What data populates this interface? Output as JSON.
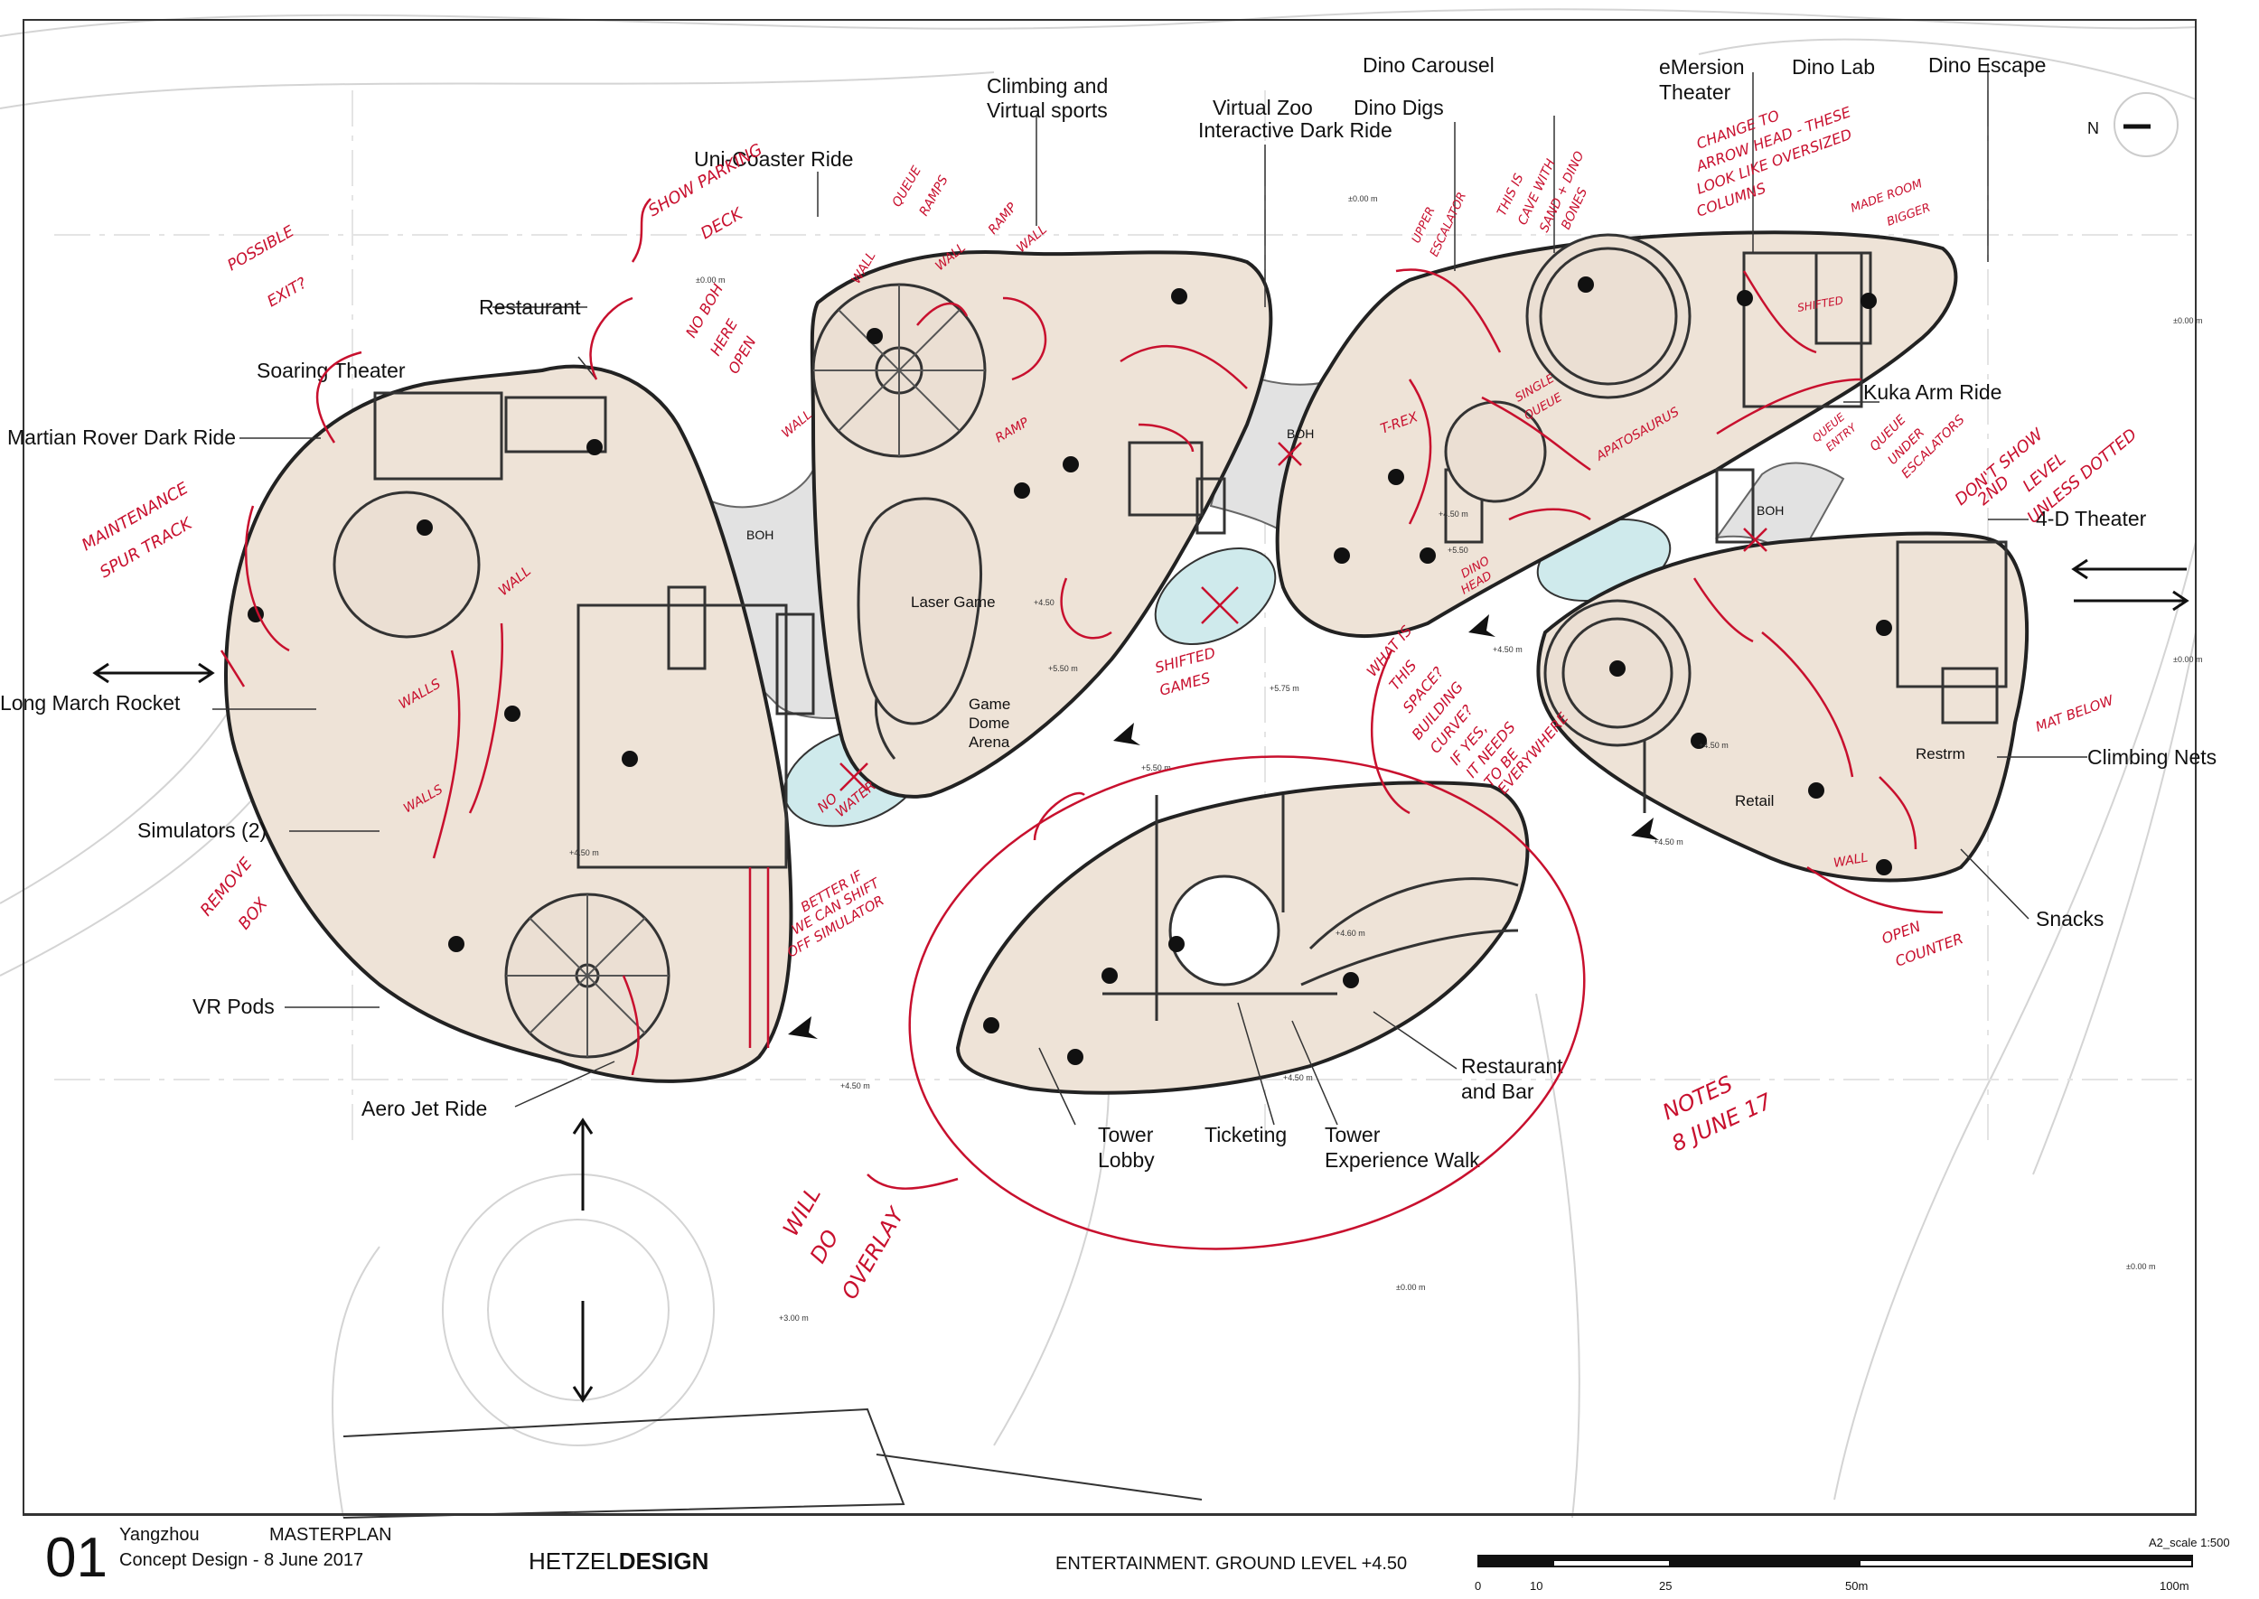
{
  "labels": {
    "dino_carousel": "Dino Carousel",
    "emersion": "eMersion",
    "theater": "Theater",
    "dino_lab": "Dino Lab",
    "dino_escape": "Dino Escape",
    "climbing_vs_1": "Climbing and",
    "climbing_vs_2": "Virtual sports",
    "virtual_zoo": "Virtual Zoo",
    "dino_digs": "Dino Digs",
    "interactive_dark_ride": "Interactive Dark Ride",
    "uni_coaster": "Uni-Coaster Ride",
    "restaurant_top": "Restaurant",
    "soaring_theater": "Soaring Theater",
    "martian_rover": "Martian Rover Dark Ride",
    "long_march": "Long March Rocket",
    "simulators": "Simulators (2)",
    "vr_pods": "VR Pods",
    "aero_jet": "Aero Jet Ride",
    "kuka_arm": "Kuka Arm Ride",
    "four_d": "4-D Theater",
    "climbing_nets": "Climbing Nets",
    "snacks": "Snacks",
    "restaurant_bar_1": "Restaurant",
    "restaurant_bar_2": "and Bar",
    "tower_lobby_1": "Tower",
    "tower_lobby_2": "Lobby",
    "ticketing": "Ticketing",
    "tower_exp_1": "Tower",
    "tower_exp_2": "Experience Walk",
    "laser_game": "Laser Game",
    "game_dome_1": "Game",
    "game_dome_2": "Dome",
    "game_dome_3": "Arena",
    "retail": "Retail",
    "restrm": "Restrm",
    "boh": "BOH",
    "north": "N"
  },
  "levels": {
    "l000": "±0.00 m",
    "l450": "+4.50 m",
    "l550": "+5.50 m",
    "l575": "+5.75 m",
    "l460": "+4.60 m",
    "l300": "+3.00 m",
    "l450s": "+4.50",
    "l550s": "+5.50"
  },
  "annotations": {
    "possible_exit_1": "POSSIBLE",
    "possible_exit_2": "EXIT?",
    "show_parking_1": "SHOW PARKING",
    "show_parking_2": "DECK",
    "no_boh_1": "NO BOH",
    "no_boh_2": "HERE",
    "no_boh_3": "OPEN",
    "maint_1": "MAINTENANCE",
    "maint_2": "SPUR TRACK",
    "remove_box_1": "REMOVE",
    "remove_box_2": "BOX",
    "better_1": "BETTER IF",
    "better_2": "WE CAN SHIFT",
    "better_3": "OFF SIMULATOR",
    "walls": "WALLS",
    "wall": "WALL",
    "ramp": "RAMP",
    "queue_ramps_1": "QUEUE",
    "queue_ramps_2": "RAMPS",
    "no_water_1": "NO",
    "no_water_2": "WATER",
    "shifted_games_1": "SHIFTED",
    "shifted_games_2": "GAMES",
    "upper_esc_1": "UPPER",
    "upper_esc_2": "ESCALATOR",
    "cave_1": "THIS IS",
    "cave_2": "CAVE WITH",
    "cave_3": "SAND + DINO",
    "cave_4": "BONES",
    "change_1": "CHANGE TO",
    "change_2": "ARROW HEAD - THESE",
    "change_3": "LOOK LIKE OVERSIZED",
    "change_4": "COLUMNS",
    "made_room_1": "MADE ROOM",
    "made_room_2": "BIGGER",
    "shifted": "SHIFTED",
    "trex": "T-REX",
    "single_queue_1": "SINGLE",
    "single_queue_2": "QUEUE",
    "apatosaurus": "APATOSAURUS",
    "dino_head_1": "DINO",
    "dino_head_2": "HEAD",
    "queue_entry_1": "QUEUE",
    "queue_entry_2": "ENTRY",
    "queue_under_1": "QUEUE",
    "queue_under_2": "UNDER",
    "queue_under_3": "ESCALATORS",
    "dont_show_1": "DON'T SHOW",
    "dont_show_2": "2ND",
    "dont_show_3": "LEVEL",
    "dont_show_4": "UNLESS DOTTED",
    "what_1": "WHAT IS",
    "what_2": "THIS",
    "what_3": "SPACE?",
    "what_4": "BUILDING",
    "what_5": "CURVE?",
    "what_6": "IF YES,",
    "what_7": "IT NEEDS",
    "what_8": "TO BE",
    "what_9": "EVERYWHERE",
    "mat_below": "MAT BELOW",
    "open_counter_1": "OPEN",
    "open_counter_2": "COUNTER",
    "notes_1": "NOTES",
    "notes_2": "8 JUNE 17",
    "will_overlay_1": "WILL",
    "will_overlay_2": "DO",
    "will_overlay_3": "OVERLAY"
  },
  "title_block": {
    "sheet_number": "01",
    "project": "Yangzhou",
    "drawing_type": "MASTERPLAN",
    "phase": "Concept Design - 8 June 2017",
    "firm_light": "HETZEL",
    "firm_bold": "DESIGN",
    "drawing_title": "ENTERTAINMENT. GROUND LEVEL +4.50",
    "scale": "A2_scale 1:500",
    "scale_ticks": [
      "0",
      "10",
      "25",
      "50m",
      "100m"
    ]
  },
  "colors": {
    "building_fill": "#eee3d7",
    "plaza_fill": "#e2e2e2",
    "water_fill": "#cfeaec",
    "red_ink": "#c8102e",
    "line": "#1a1a1a"
  }
}
